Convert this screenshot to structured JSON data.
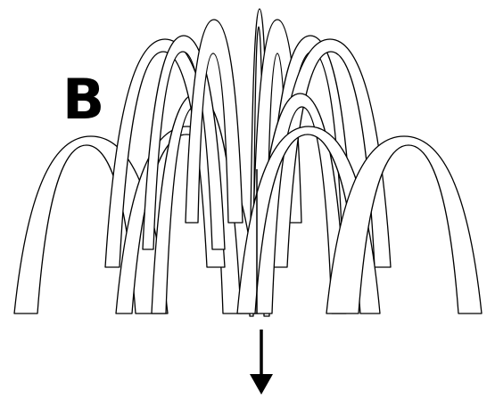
{
  "figure": {
    "panel_label": "B",
    "stroke_color": "#000000",
    "fill_color": "#ffffff",
    "arrow_direction": "down",
    "description_icon": "fountain-arches"
  }
}
